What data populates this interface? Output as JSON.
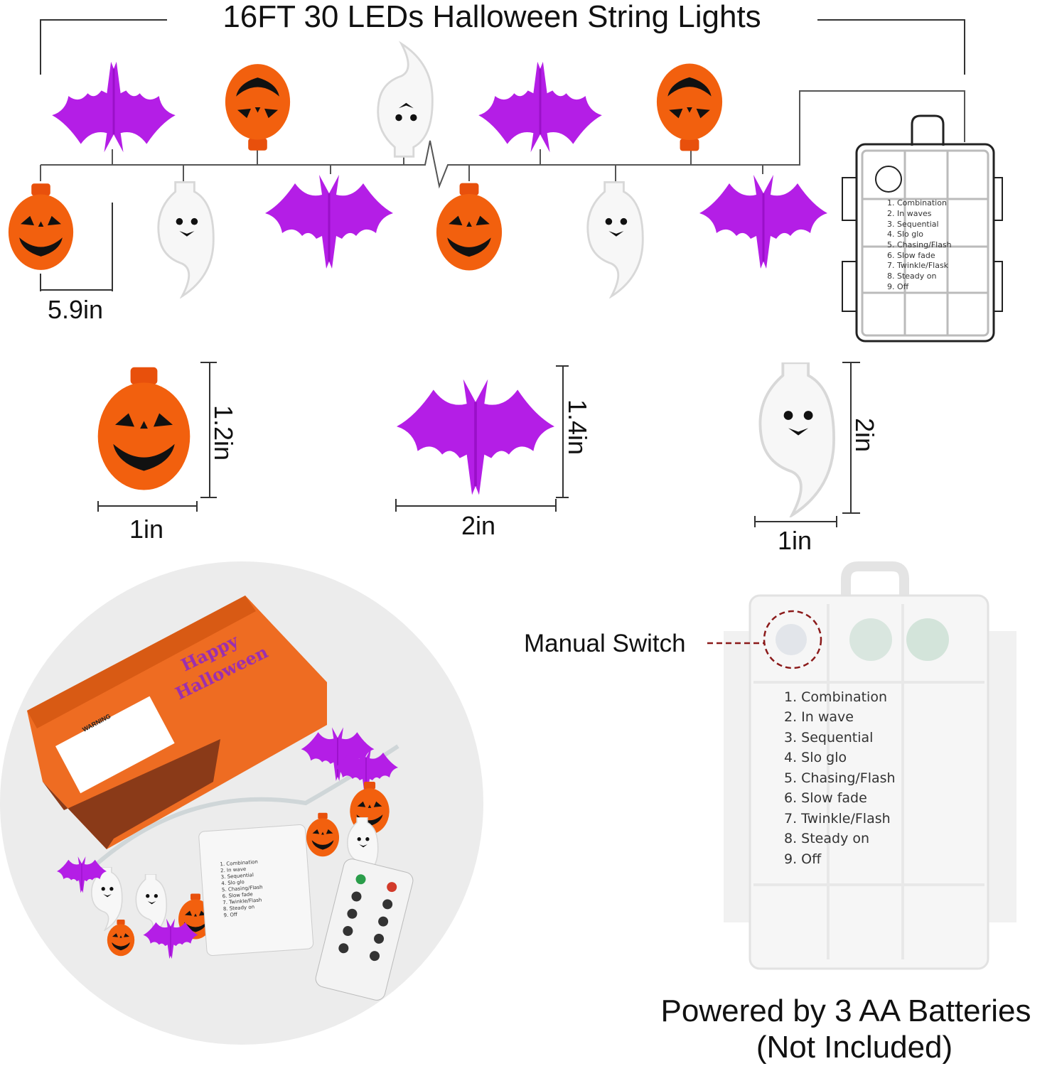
{
  "title": "16FT 30 LEDs Halloween String Lights",
  "spacing_label": "5.9in",
  "dimensions": {
    "pumpkin": {
      "height": "1.2in",
      "width": "1in"
    },
    "bat": {
      "height": "1.4in",
      "width": "2in"
    },
    "ghost": {
      "height": "2in",
      "width": "1in"
    }
  },
  "diagram_box_modes": [
    "1. Combination",
    "2. In waves",
    "3. Sequential",
    "4. Slo glo",
    "5. Chasing/Flash",
    "6. Slow fade",
    "7. Twinkle/Flask",
    "8. Steady on",
    "9. Off"
  ],
  "battery_box": {
    "switch_label": "Manual Switch",
    "modes": [
      "1. Combination",
      "2. In wave",
      "3. Sequential",
      "4. Slo glo",
      "5. Chasing/Flash",
      "6. Slow fade",
      "7. Twinkle/Flash",
      "8. Steady on",
      "9. Off"
    ]
  },
  "package_text": {
    "greeting_1": "Happy",
    "greeting_2": "Halloween",
    "warning": "WARNING"
  },
  "power": {
    "line1": "Powered by 3 AA Batteries",
    "line2": "(Not Included)"
  },
  "colors": {
    "bat": "#b020e0",
    "pumpkin": "#f05a10",
    "ghost": "#f4f4f4",
    "switch_circle": "#8b1a1a"
  }
}
